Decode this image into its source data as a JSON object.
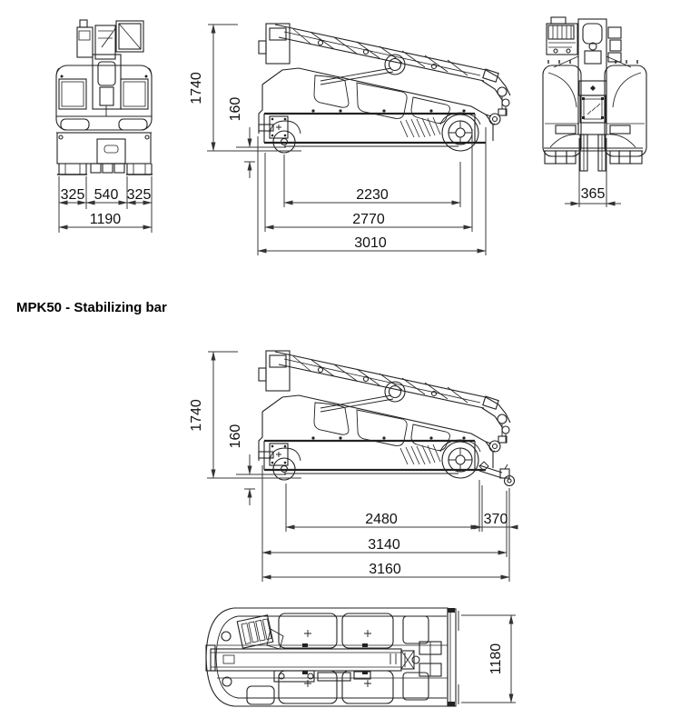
{
  "title": "MPK50 - Stabilizing bar",
  "figures": {
    "standard": {
      "front_view": {
        "dim_left_track": "325",
        "dim_center": "540",
        "dim_right_track": "325",
        "dim_overall_width": "1190"
      },
      "side_view": {
        "dim_overall_height": "1740",
        "dim_ground_clearance": "160",
        "dim_wheelbase": "2230",
        "dim_frame_length": "2770",
        "dim_overall_length": "3010"
      },
      "rear_view": {
        "dim_mast_width": "365"
      }
    },
    "stabilizing_bar": {
      "side_view": {
        "dim_overall_height": "1740",
        "dim_ground_clearance": "160",
        "dim_wheelbase": "2480",
        "dim_bar_overhang": "370",
        "dim_frame_length": "3140",
        "dim_overall_length": "3160"
      },
      "top_view": {
        "dim_overall_width": "1180"
      }
    }
  }
}
